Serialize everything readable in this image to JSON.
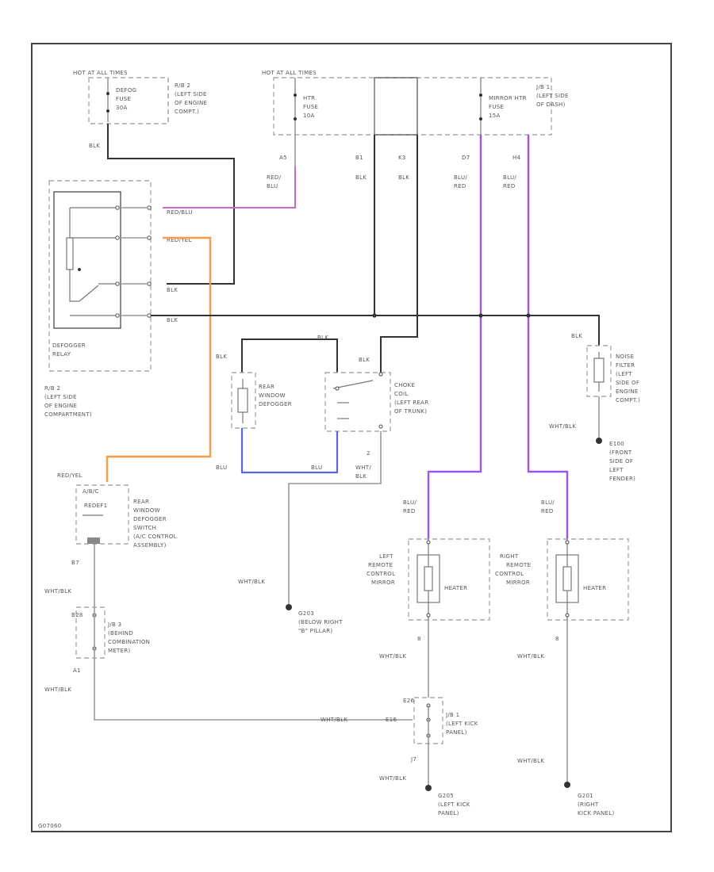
{
  "colors": {
    "wire_black": "#333333",
    "wire_gray": "#999999",
    "wire_pink": "#cc66cc",
    "wire_orange": "#ff9944",
    "wire_blue": "#5566ee",
    "wire_purple": "#9a55ee"
  },
  "labels": {
    "hot_all_times_1": "HOT AT ALL TIMES",
    "rb2_top": [
      "R/B 2",
      "(LEFT SIDE",
      "OF ENGINE",
      "COMPT.)"
    ],
    "defog_fuse": [
      "DEFOG",
      "FUSE",
      "30A"
    ],
    "hot_all_times_2": "HOT AT ALL TIMES",
    "htr_fuse": [
      "HTR",
      "FUSE",
      "10A"
    ],
    "mirror_htr_fuse": [
      "MIRROR HTR",
      "FUSE",
      "15A"
    ],
    "jb1_top": [
      "J/B 1",
      "(LEFT SIDE",
      "OF DASH)"
    ],
    "blk_1": "BLK",
    "pin_a5": "A5",
    "pin_b1": "B1",
    "pin_k3": "K3",
    "pin_d7": "D7",
    "pin_h4": "H4",
    "red_blu": [
      "RED/",
      "BLU"
    ],
    "blk_2": "BLK",
    "blk_3": "BLK",
    "blu_red_1": [
      "BLU/",
      "RED"
    ],
    "blu_red_2": [
      "BLU/",
      "RED"
    ],
    "relay_red_blu": "RED/BLU",
    "relay_red_yel": "RED/YEL",
    "relay_blk_1": "BLK",
    "relay_blk_2": "BLK",
    "defogger_relay": [
      "DEFOGGER",
      "RELAY"
    ],
    "rb2_bottom": [
      "R/B 2",
      "(LEFT SIDE",
      "OF ENGINE",
      "COMPARTMENT)"
    ],
    "blk_4": "BLK",
    "blk_5": "BLK",
    "blk_6": "BLK",
    "blk_7": "BLK",
    "rear_window_defogger": [
      "REAR",
      "WINDOW",
      "DEFOGGER"
    ],
    "choke_coil": [
      "CHOKE",
      "COIL",
      "(LEFT REAR",
      "OF TRUNK)"
    ],
    "noise_filter": [
      "NOISE",
      "FILTER",
      "(LEFT",
      "SIDE OF",
      "ENGINE",
      "COMPT.)"
    ],
    "blu_1": "BLU",
    "blu_2": "BLU",
    "pin_2": "2",
    "wht_blk_choke": [
      "WHT/",
      "BLK"
    ],
    "wht_blk_nf": "WHT/BLK",
    "e100": [
      "E100",
      "(FRONT",
      "SIDE OF",
      "LEFT",
      "FENDER)"
    ],
    "red_yel_left": "RED/YEL",
    "switch_pins": "A/B/C",
    "switch_inner": "REDEF1",
    "switch_label": [
      "REAR",
      "WINDOW",
      "DEFOGGER",
      "SWITCH",
      "(A/C CONTROL",
      "ASSEMBLY)"
    ],
    "pin_b7": "B7",
    "blu_red_3": [
      "BLU/",
      "RED"
    ],
    "blu_red_4": [
      "BLU/",
      "RED"
    ],
    "left_mirror": [
      "LEFT",
      "REMOTE",
      "CONTROL",
      "MIRROR"
    ],
    "right_mirror": [
      "RIGHT",
      "REMOTE",
      "CONTROL",
      "MIRROR"
    ],
    "heater_1": "HEATER",
    "heater_2": "HEATER",
    "wht_blk_1": "WHT/BLK",
    "wht_blk_2": "WHT/BLK",
    "g203": [
      "G203",
      "(BELOW RIGHT",
      "\"B\" PILLAR)"
    ],
    "pin_b28": "B28",
    "jb3": [
      "J/B 3",
      "(BEHIND",
      "COMBINATION",
      "METER)"
    ],
    "pin_a1": "A1",
    "pin_8a": "8",
    "pin_8b": "8",
    "wht_blk_3": "WHT/BLK",
    "wht_blk_4": "WHT/BLK",
    "wht_blk_5": "WHT/BLK",
    "pin_e26": "E26",
    "pin_e16": "E16",
    "jb1_bottom": [
      "J/B 1",
      "(LEFT KICK",
      "PANEL)"
    ],
    "pin_j7": "J7",
    "wht_blk_6": "WHT/BLK",
    "wht_blk_7": "WHT/BLK",
    "wht_blk_8": "WHT/BLK",
    "g205": [
      "G205",
      "(LEFT KICK",
      "PANEL)"
    ],
    "g201": [
      "G201",
      "(RIGHT",
      "KICK PANEL)"
    ],
    "diagram_id": "G07060"
  }
}
